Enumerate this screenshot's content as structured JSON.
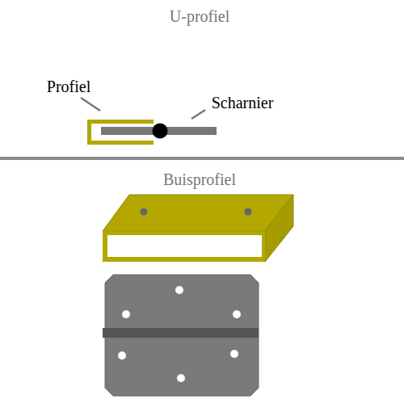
{
  "diagram": {
    "labels": [
      "U-profiel",
      "Profiel",
      "Scharnier",
      "Buisprofiel"
    ]
  }
}
